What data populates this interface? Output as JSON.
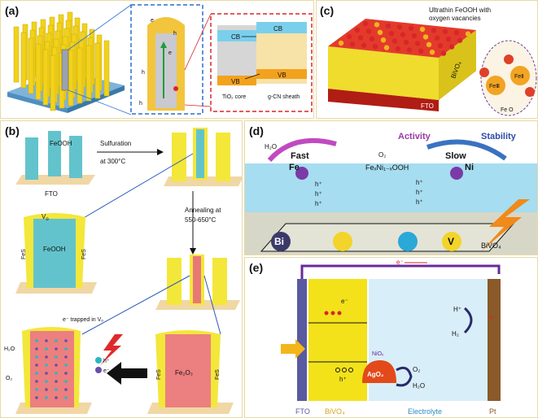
{
  "panel_labels": {
    "a": "(a)",
    "b": "(b)",
    "c": "(c)",
    "d": "(d)",
    "e": "(e)"
  },
  "panel_a": {
    "e": "e",
    "h": "h",
    "cb": "CB",
    "vb": "VB",
    "tio2_core": "TiO₂ core",
    "gcn_sheath": "g-CN sheath"
  },
  "panel_b": {
    "feooh": "FeOOH",
    "fto": "FTO",
    "sulfuration": "Sulfuration",
    "at_300": "at 300°C",
    "annealing": "Annealing at",
    "anneal_temp": "550-650°C",
    "vo": "V",
    "o_sub": "o",
    "fes": "FeS",
    "fe2o3": "Fe₂O₃",
    "trapped": "e⁻ trapped in Vₒ",
    "h2o": "H₂O",
    "o2": "O₂",
    "hplus": "h⁺",
    "eminus": "e⁻"
  },
  "panel_c": {
    "callout_line1": "Ultrathin FeOOH with",
    "callout_line2": "oxygen vacancies",
    "bivo4": "BiVO₄",
    "fto": "FTO",
    "fe3": "FeⅢ",
    "fe2": "FeⅡ",
    "legend": "Fe O"
  },
  "panel_d": {
    "activity": "Activity",
    "stability": "Stability",
    "fast": "Fast",
    "slow": "Slow",
    "h2o": "H₂O",
    "o2": "O₂",
    "formula": "FeₓNi₁₋ₓOOH",
    "fe": "Fe",
    "ni": "Ni",
    "bi": "Bi",
    "v": "V",
    "hplus": "h⁺",
    "bivo4": "BiVO₄"
  },
  "panel_e": {
    "e_top": "e⁻",
    "e_left": "e⁻",
    "e_right": "e⁻",
    "h": "h⁺",
    "nio": "NiOₓ",
    "ago2": "AgO₂",
    "o2": "O₂",
    "h2o": "H₂O",
    "hplus": "H⁺",
    "h2": "H₂",
    "fto": "FTO",
    "bivo4": "BiVO₄",
    "electrolyte": "Electrolyte",
    "pt": "Pt"
  },
  "colors": {
    "rod_yellow": "#f2d21a",
    "rod_blue": "#5cc4cf",
    "red": "#e03a2c",
    "border": "#e8d9a6"
  }
}
